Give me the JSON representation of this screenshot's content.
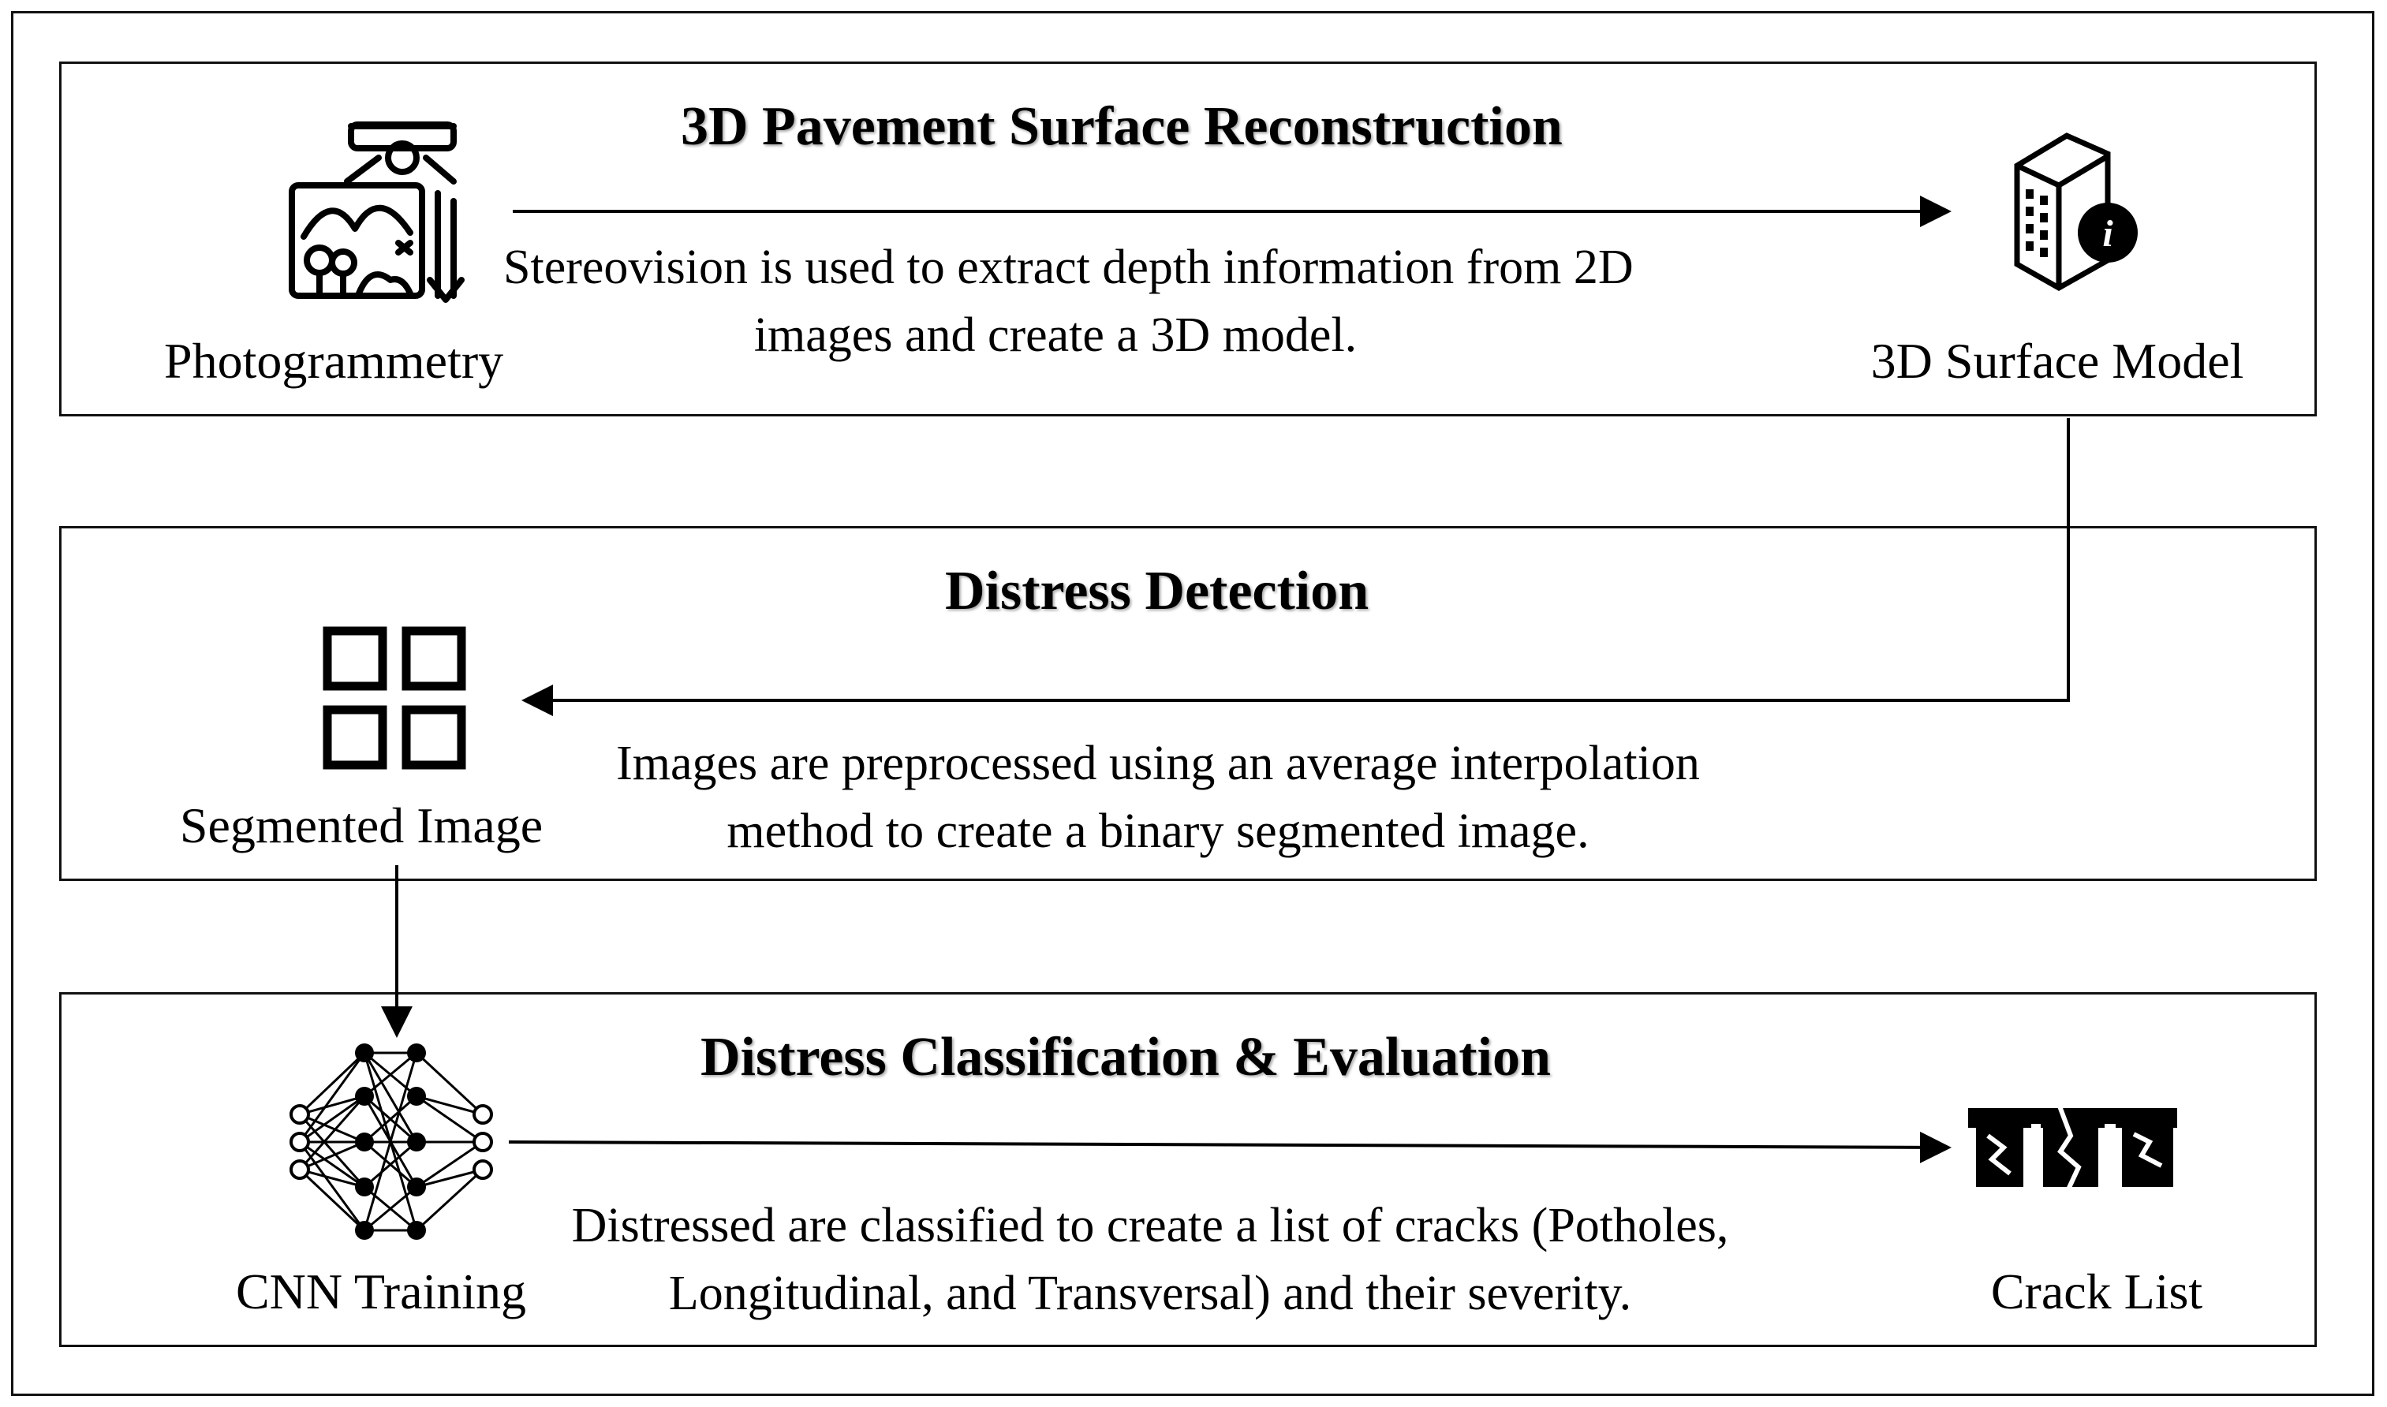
{
  "stages": [
    {
      "title": "3D Pavement Surface Reconstruction",
      "description_lines": [
        "Stereovision is used to extract depth information from 2D",
        "images and create a 3D model."
      ],
      "input": {
        "label": "Photogrammetry",
        "icon": "drone-photogrammetry-icon"
      },
      "output": {
        "label": "3D Surface Model",
        "icon": "building-info-icon"
      }
    },
    {
      "title": "Distress Detection",
      "description_lines": [
        "Images are preprocessed using an average interpolation",
        "method to create a binary segmented image."
      ],
      "output": {
        "label": "Segmented Image",
        "icon": "grid-four-squares-icon"
      }
    },
    {
      "title": "Distress Classification & Evaluation",
      "description_lines": [
        "Distressed are classified to create a list of cracks (Potholes,",
        "Longitudinal, and Transversal) and their severity."
      ],
      "input": {
        "label": "CNN Training",
        "icon": "neural-network-icon"
      },
      "output": {
        "label": "Crack List",
        "icon": "crack-blocks-icon"
      }
    }
  ]
}
